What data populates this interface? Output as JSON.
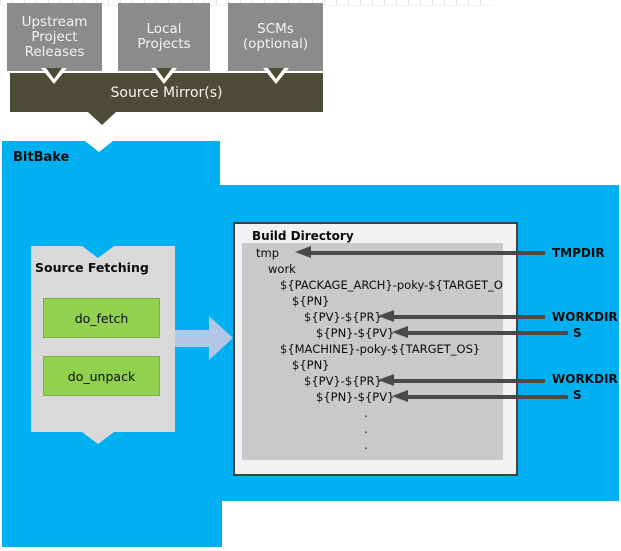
{
  "top": {
    "boxes": [
      {
        "label": "Upstream\nProject\nReleases"
      },
      {
        "label": "Local\nProjects"
      },
      {
        "label": "SCMs\n(optional)"
      }
    ],
    "mirror_label": "Source Mirror(s)"
  },
  "bitbake": {
    "label": "BitBake"
  },
  "source_fetching": {
    "title": "Source Fetching",
    "tasks": [
      "do_fetch",
      "do_unpack"
    ]
  },
  "build_directory": {
    "title": "Build Directory",
    "entries": [
      {
        "text": "tmp",
        "level": 0
      },
      {
        "text": "work",
        "level": 1
      },
      {
        "text": "${PACKAGE_ARCH}-poky-${TARGET_OS}",
        "level": 2
      },
      {
        "text": "${PN}",
        "level": 3
      },
      {
        "text": "${PV}-${PR}",
        "level": 4
      },
      {
        "text": "${PN}-${PV}",
        "level": 5
      },
      {
        "text": "${MACHINE}-poky-${TARGET_OS}",
        "level": 2
      },
      {
        "text": "${PN}",
        "level": 3
      },
      {
        "text": "${PV}-${PR}",
        "level": 4
      },
      {
        "text": "${PN}-${PV}",
        "level": 5
      },
      {
        "text": ".",
        "level": 9
      },
      {
        "text": ".",
        "level": 9
      },
      {
        "text": ".",
        "level": 9
      }
    ]
  },
  "annotations": {
    "tmpdir": "TMPDIR",
    "workdir1": "WORKDIR",
    "s1": "S",
    "workdir2": "WORKDIR",
    "s2": "S"
  },
  "colors": {
    "blue": "#00b0f0",
    "olive": "#4e4b37",
    "graybox": "#8b8b8b",
    "panelgray": "#c9c9c9",
    "fetchgray": "#d9d9d9",
    "green": "#92d050",
    "palearrow": "#b2c7e7",
    "arrowdark": "#4a4a4a"
  }
}
